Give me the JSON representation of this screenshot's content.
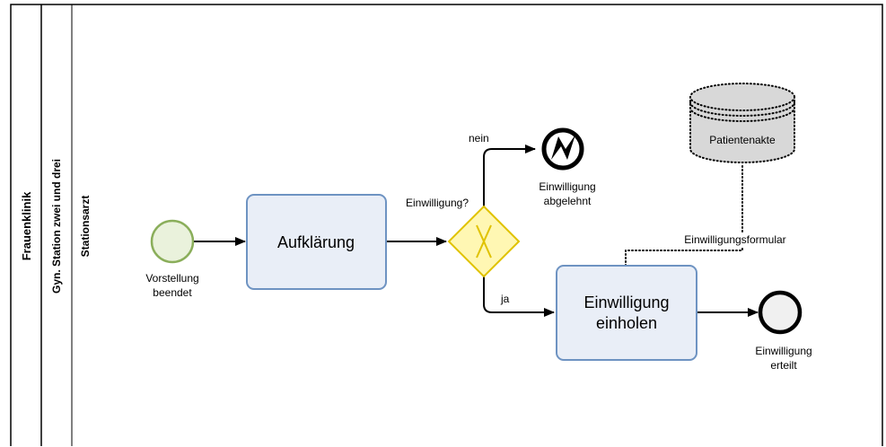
{
  "pool": {
    "title": "Frauenklinik"
  },
  "lanes": [
    {
      "title": "Gyn. Station zwei und drei"
    },
    {
      "title": "Stationsarzt"
    }
  ],
  "events": {
    "start": {
      "label_lines": [
        "Vorstellung",
        "beendet"
      ]
    },
    "error_end": {
      "label_lines": [
        "Einwilligung",
        "abgelehnt"
      ]
    },
    "end": {
      "label_lines": [
        "Einwilligung",
        "erteilt"
      ]
    }
  },
  "tasks": {
    "aufklaerung": {
      "label_lines": [
        "Aufklärung"
      ]
    },
    "einholen": {
      "label_lines": [
        "Einwilligung",
        "einholen"
      ]
    }
  },
  "gateway": {
    "label": "Einwilligung?"
  },
  "flows": {
    "nein": "nein",
    "ja": "ja"
  },
  "data_store": {
    "label": "Patientenakte"
  },
  "association": {
    "label": "Einwilligungsformular"
  },
  "colors": {
    "start_fill": "#eaf2dc",
    "start_stroke": "#8aae5a",
    "task_fill": "#e9eef7",
    "task_stroke": "#6e93c2",
    "gateway_fill": "#fff7b3",
    "gateway_stroke": "#e0c200",
    "datastore_fill": "#d8d8d8"
  }
}
